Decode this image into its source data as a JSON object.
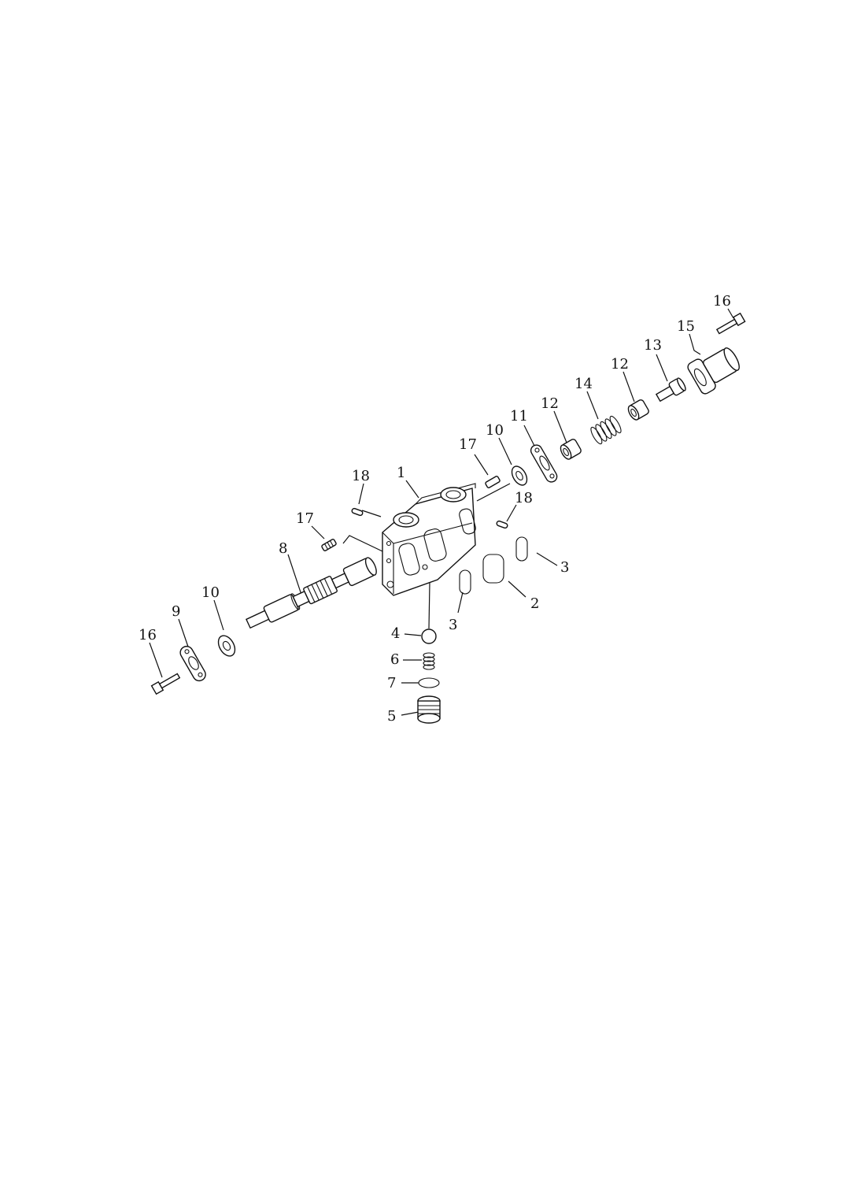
{
  "callouts": [
    {
      "id": "c16a",
      "text": "16"
    },
    {
      "id": "c15",
      "text": "15"
    },
    {
      "id": "c13",
      "text": "13"
    },
    {
      "id": "c12a",
      "text": "12"
    },
    {
      "id": "c14",
      "text": "14"
    },
    {
      "id": "c12b",
      "text": "12"
    },
    {
      "id": "c11",
      "text": "11"
    },
    {
      "id": "c10a",
      "text": "10"
    },
    {
      "id": "c17a",
      "text": "17"
    },
    {
      "id": "c18a",
      "text": "18"
    },
    {
      "id": "c1",
      "text": "1"
    },
    {
      "id": "c18b",
      "text": "18"
    },
    {
      "id": "c17b",
      "text": "17"
    },
    {
      "id": "c8",
      "text": "8"
    },
    {
      "id": "c3a",
      "text": "3"
    },
    {
      "id": "c2",
      "text": "2"
    },
    {
      "id": "c3b",
      "text": "3"
    },
    {
      "id": "c10b",
      "text": "10"
    },
    {
      "id": "c9",
      "text": "9"
    },
    {
      "id": "c16b",
      "text": "16"
    },
    {
      "id": "c4",
      "text": "4"
    },
    {
      "id": "c6",
      "text": "6"
    },
    {
      "id": "c7",
      "text": "7"
    },
    {
      "id": "c5",
      "text": "5"
    }
  ]
}
